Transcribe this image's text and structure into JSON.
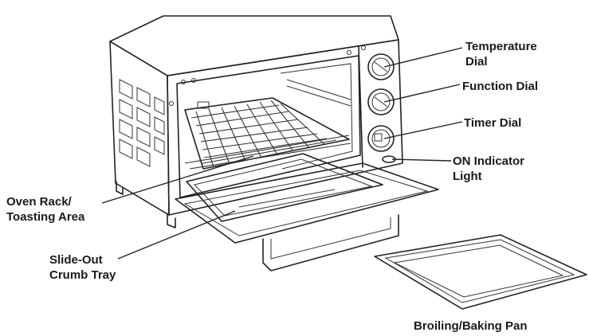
{
  "labels": {
    "temperature_dial": [
      "Temperature",
      "Dial"
    ],
    "function_dial": "Function Dial",
    "timer_dial": "Timer Dial",
    "on_indicator": [
      "ON Indicator",
      "Light"
    ],
    "oven_rack": [
      "Oven Rack/",
      "Toasting Area"
    ],
    "crumb_tray": [
      "Slide-Out",
      "Crumb Tray"
    ],
    "baking_pan": "Broiling/Baking Pan"
  },
  "icons": {
    "oven": "toaster-oven-icon",
    "pan": "baking-pan-icon"
  },
  "colors": {
    "line": "#222222",
    "background": "#ffffff"
  }
}
